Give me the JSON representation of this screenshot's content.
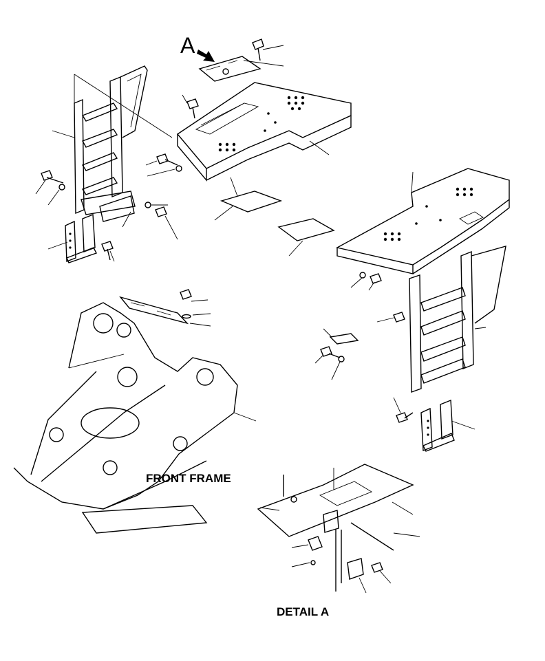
{
  "labels": {
    "view_arrow": "A",
    "front_frame": "FRONT FRAME",
    "detail": "DETAIL A"
  },
  "colors": {
    "ink": "#000000",
    "background": "#ffffff"
  }
}
